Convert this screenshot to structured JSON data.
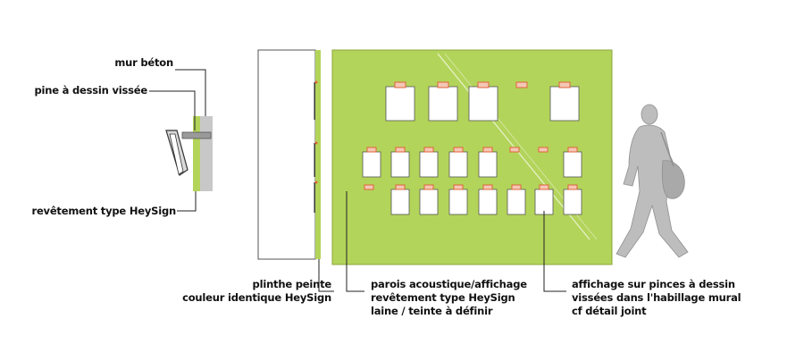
{
  "labels": {
    "mur_beton": "mur béton",
    "pine": "pine à dessin vissée",
    "revetement": "revêtement type HeySign",
    "plinthe_1": "plinthe peinte",
    "plinthe_2": "couleur identique HeySign",
    "parois_1": "parois acoustique/affichage",
    "parois_2": "revêtement type HeySign",
    "parois_3": "laine / teinte à définir",
    "affichage_1": "affichage sur pinces à dessin",
    "affichage_2": "vissées dans l'habillage mural",
    "affichage_3": "cf détail joint"
  },
  "colors": {
    "panel_green": "#b3d45a",
    "panel_stroke": "#8aa63a",
    "wall_grey": "#c8c8c8",
    "person_grey": "#bdbdbd",
    "pin_orange": "#e0633a",
    "line": "#222222"
  }
}
